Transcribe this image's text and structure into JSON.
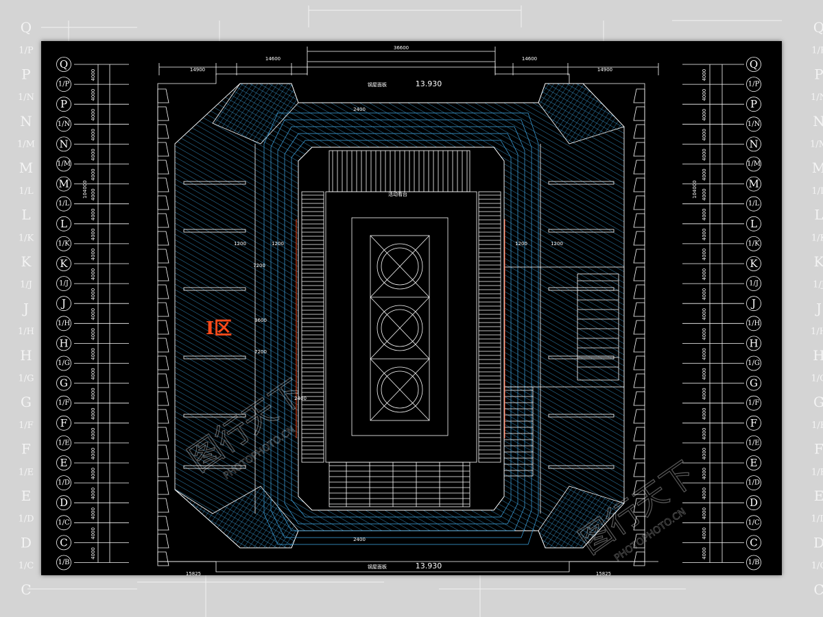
{
  "axes": {
    "rows": [
      {
        "label": "Q",
        "kind": "main"
      },
      {
        "label": "1/P",
        "kind": "sub"
      },
      {
        "label": "P",
        "kind": "main"
      },
      {
        "label": "1/N",
        "kind": "sub"
      },
      {
        "label": "N",
        "kind": "main"
      },
      {
        "label": "1/M",
        "kind": "sub"
      },
      {
        "label": "M",
        "kind": "main"
      },
      {
        "label": "1/L",
        "kind": "sub"
      },
      {
        "label": "L",
        "kind": "main"
      },
      {
        "label": "1/K",
        "kind": "sub"
      },
      {
        "label": "K",
        "kind": "main"
      },
      {
        "label": "1/J",
        "kind": "sub"
      },
      {
        "label": "J",
        "kind": "main"
      },
      {
        "label": "1/H",
        "kind": "sub"
      },
      {
        "label": "H",
        "kind": "main"
      },
      {
        "label": "1/G",
        "kind": "sub"
      },
      {
        "label": "G",
        "kind": "main"
      },
      {
        "label": "1/F",
        "kind": "sub"
      },
      {
        "label": "F",
        "kind": "main"
      },
      {
        "label": "1/E",
        "kind": "sub"
      },
      {
        "label": "E",
        "kind": "main"
      },
      {
        "label": "1/D",
        "kind": "sub"
      },
      {
        "label": "D",
        "kind": "main"
      },
      {
        "label": "1/C",
        "kind": "sub"
      },
      {
        "label": "C",
        "kind": "main"
      },
      {
        "label": "1/B",
        "kind": "sub"
      }
    ],
    "spacing_label": "4000",
    "total_label": "104000"
  },
  "dimensions": {
    "top_total": "36600",
    "top_left": "14900",
    "top_mid_left": "14600",
    "top_mid_right": "14600",
    "top_right": "14900",
    "bottom_left": "15825",
    "bottom_right": "15825",
    "side_small": "1200",
    "side_small_2": "7200",
    "side_mid_1": "3600",
    "side_mid_2": "7200",
    "gap": "2400"
  },
  "elevation": {
    "top": "13.930",
    "bottom": "13.930"
  },
  "captions": {
    "top_edge": "钢屋面板",
    "bottom_edge": "钢屋面板",
    "center_stage": "活动看台"
  },
  "zone_label": "I区",
  "watermark": {
    "text_cn": "图行天下",
    "text_en": "PHOTOPHOTO.CN"
  },
  "colors": {
    "background_frame": "#d4d4d4",
    "drawing_bg": "#000000",
    "line_white": "#ffffff",
    "line_cyan": "#3fa9e8",
    "accent_red": "#ff4a1a"
  }
}
